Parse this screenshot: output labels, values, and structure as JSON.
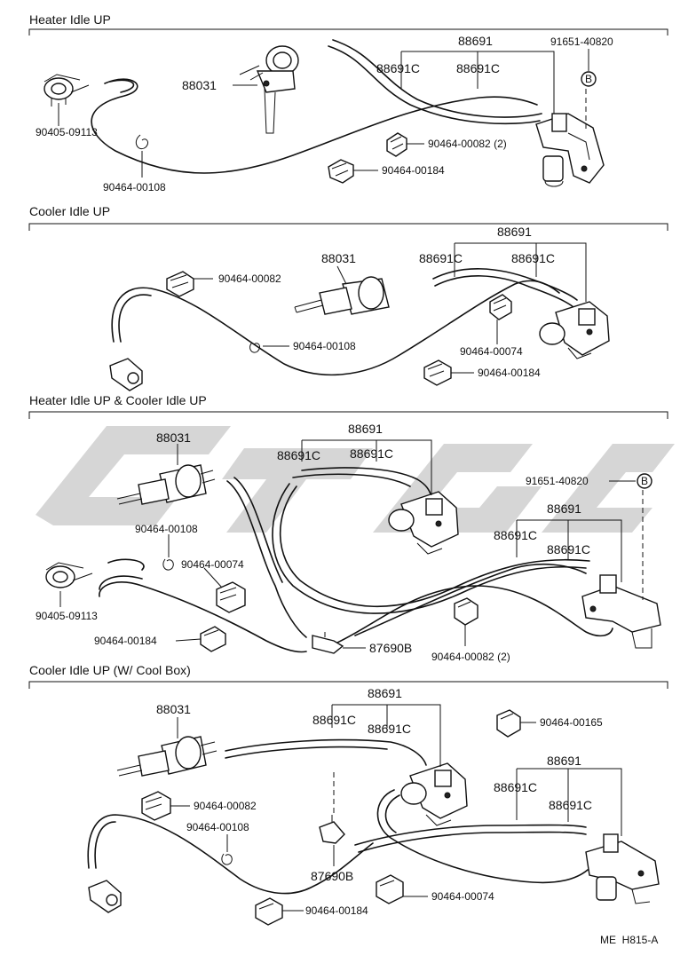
{
  "sections": [
    {
      "title": "Heater Idle UP",
      "labels": {
        "actuator": "88031",
        "hose_group": "88691",
        "hose_a": "88691C",
        "hose_b": "88691C",
        "vsv": "91651-40820",
        "clamp_small": "90464-00082 (2)",
        "clamp_large": "90464-00184",
        "clip": "90464-00108",
        "bracket": "90405-09113",
        "callout": "B"
      }
    },
    {
      "title": "Cooler Idle UP",
      "labels": {
        "actuator": "88031",
        "hose_group": "88691",
        "hose_a": "88691C",
        "hose_b": "88691C",
        "clamp_small": "90464-00082",
        "clip": "90464-00108",
        "clamp_mid": "90464-00074",
        "clamp_large": "90464-00184"
      }
    },
    {
      "title": "Heater Idle UP & Cooler Idle UP",
      "labels": {
        "actuator": "88031",
        "hose_group_1": "88691",
        "hose_a1": "88691C",
        "hose_b1": "88691C",
        "vsv": "91651-40820",
        "callout": "B",
        "hose_group_2": "88691",
        "hose_a2": "88691C",
        "hose_b2": "88691C",
        "clip": "90464-00108",
        "clamp_mid": "90464-00074",
        "bracket": "90405-09113",
        "clamp_large": "90464-00184",
        "tee": "87690B",
        "clamp_small": "90464-00082 (2)"
      }
    },
    {
      "title": "Cooler Idle UP (W/ Cool Box)",
      "labels": {
        "actuator": "88031",
        "hose_group_1": "88691",
        "hose_a1": "88691C",
        "hose_b1": "88691C",
        "clamp_165": "90464-00165",
        "hose_group_2": "88691",
        "hose_a2": "88691C",
        "hose_b2": "88691C",
        "clamp_small": "90464-00082",
        "clip": "90464-00108",
        "tee": "87690B",
        "clamp_mid": "90464-00074",
        "clamp_large": "90464-00184"
      }
    }
  ],
  "footer_code": "ME  H815-A",
  "watermark_color": "#cfcfcf"
}
